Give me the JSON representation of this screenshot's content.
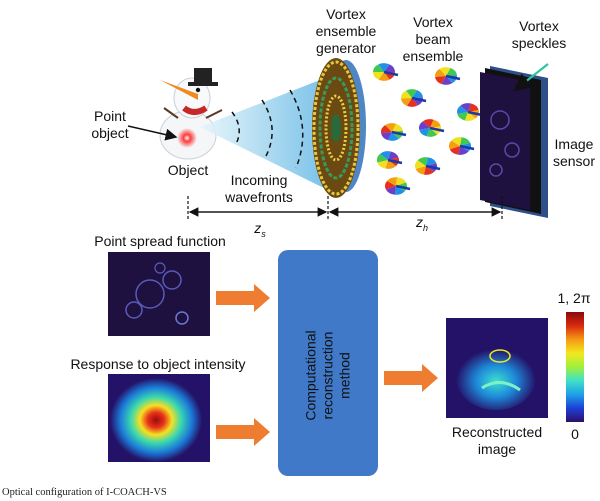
{
  "labels": {
    "point_object": "Point\nobject",
    "object": "Object",
    "incoming_wavefronts": "Incoming\nwavefronts",
    "vortex_generator": "Vortex\nensemble\ngenerator",
    "vortex_beam": "Vortex\nbeam\nensemble",
    "vortex_speckles": "Vortex\nspeckles",
    "image_sensor": "Image\nsensor",
    "zs": "z",
    "zs_sub": "s",
    "zh": "z",
    "zh_sub": "h",
    "psf": "Point spread function",
    "response": "Response to object intensity",
    "method": "Computational\nreconstruction\nmethod",
    "reconstructed": "Reconstructed\nimage",
    "cbar_top": "1, 2π",
    "cbar_bottom": "0"
  },
  "caption": "Optical configuration of I-COACH-VS",
  "colors": {
    "cone": "#7fc4e8",
    "method_box": "#3f79c8",
    "arrow": "#ee7d31",
    "sensor": "#2d4f8a",
    "panel_dark": "#1e1140"
  },
  "colorbar": [
    "#2b0f6a",
    "#1f3fd6",
    "#1ea0e8",
    "#3fe0c8",
    "#9ff03c",
    "#f2e81e",
    "#f59a12",
    "#d92a10",
    "#8a0a0a"
  ]
}
